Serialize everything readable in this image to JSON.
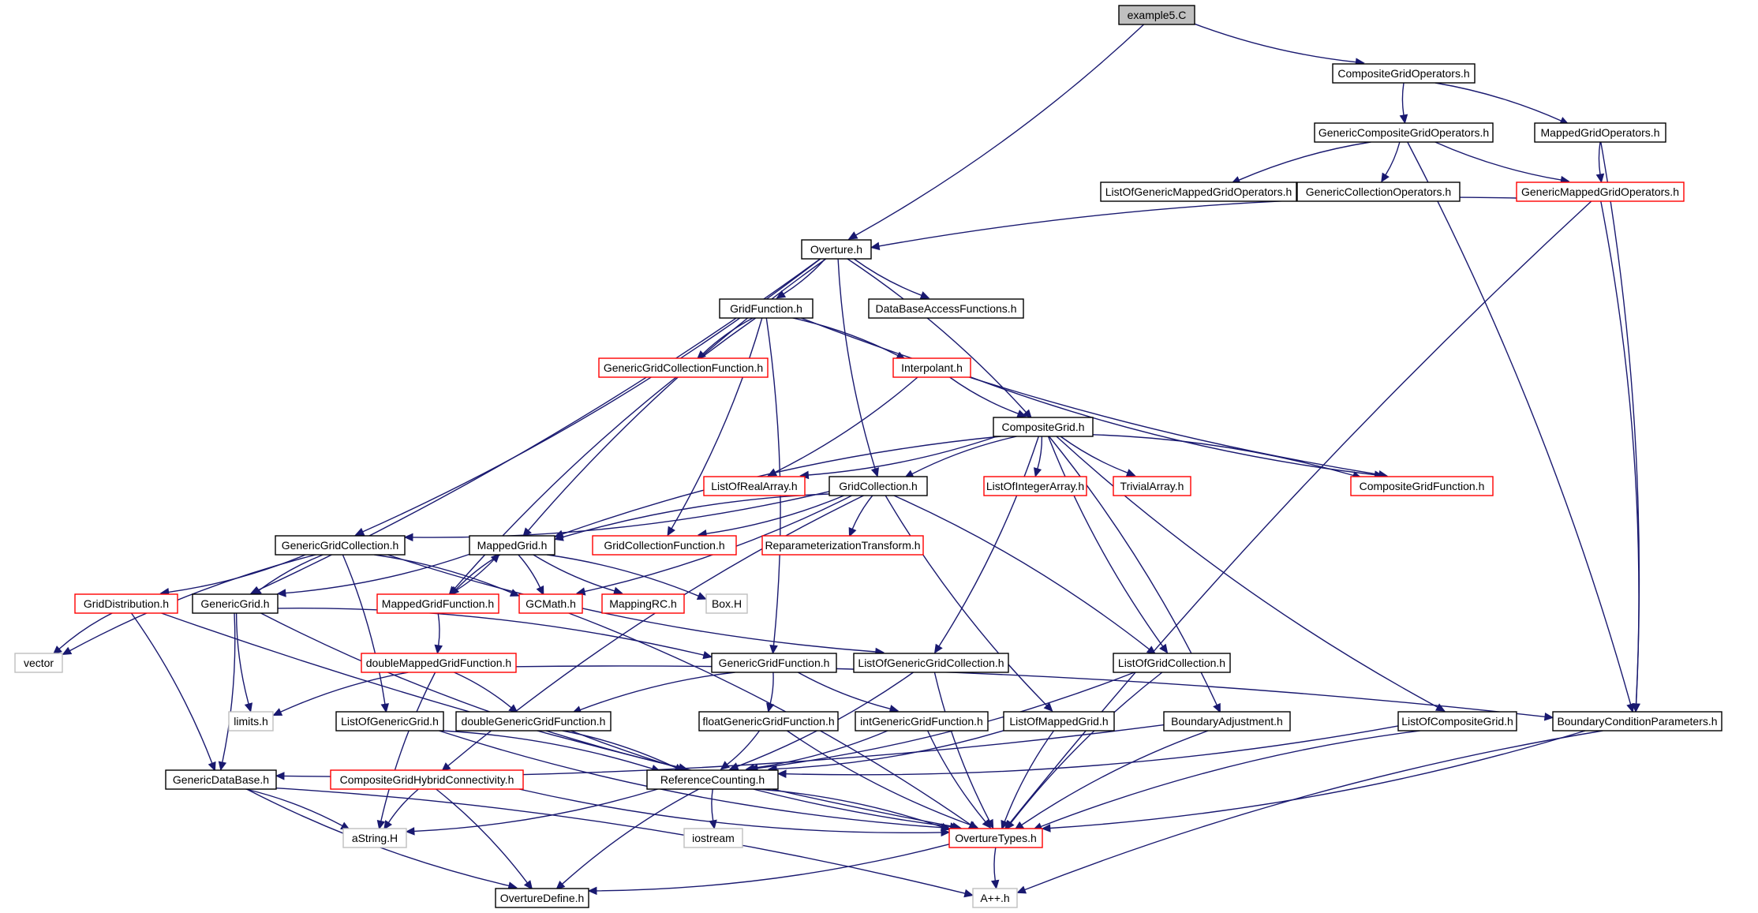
{
  "nodes": [
    {
      "id": "example5",
      "label": "example5.C",
      "style": "root"
    },
    {
      "id": "CGO",
      "label": "CompositeGridOperators.h",
      "style": "black"
    },
    {
      "id": "GCGO",
      "label": "GenericCompositeGridOperators.h",
      "style": "black"
    },
    {
      "id": "MGO",
      "label": "MappedGridOperators.h",
      "style": "black"
    },
    {
      "id": "LOGMGO",
      "label": "ListOfGenericMappedGridOperators.h",
      "style": "black"
    },
    {
      "id": "GCO",
      "label": "GenericCollectionOperators.h",
      "style": "black"
    },
    {
      "id": "GMGO",
      "label": "GenericMappedGridOperators.h",
      "style": "red"
    },
    {
      "id": "Overture",
      "label": "Overture.h",
      "style": "black"
    },
    {
      "id": "GridFunction",
      "label": "GridFunction.h",
      "style": "black"
    },
    {
      "id": "DBAF",
      "label": "DataBaseAccessFunctions.h",
      "style": "black"
    },
    {
      "id": "GGCF",
      "label": "GenericGridCollectionFunction.h",
      "style": "red"
    },
    {
      "id": "Interpolant",
      "label": "Interpolant.h",
      "style": "red"
    },
    {
      "id": "CompositeGrid",
      "label": "CompositeGrid.h",
      "style": "black"
    },
    {
      "id": "LORA",
      "label": "ListOfRealArray.h",
      "style": "red"
    },
    {
      "id": "GridCollection",
      "label": "GridCollection.h",
      "style": "black"
    },
    {
      "id": "LOIA",
      "label": "ListOfIntegerArray.h",
      "style": "red"
    },
    {
      "id": "TrivialArray",
      "label": "TrivialArray.h",
      "style": "red"
    },
    {
      "id": "CGF",
      "label": "CompositeGridFunction.h",
      "style": "red"
    },
    {
      "id": "GGC",
      "label": "GenericGridCollection.h",
      "style": "black"
    },
    {
      "id": "MappedGrid",
      "label": "MappedGrid.h",
      "style": "black"
    },
    {
      "id": "GCF",
      "label": "GridCollectionFunction.h",
      "style": "red"
    },
    {
      "id": "RT",
      "label": "ReparameterizationTransform.h",
      "style": "red"
    },
    {
      "id": "GridDistribution",
      "label": "GridDistribution.h",
      "style": "red"
    },
    {
      "id": "GenericGrid",
      "label": "GenericGrid.h",
      "style": "black"
    },
    {
      "id": "MGF",
      "label": "MappedGridFunction.h",
      "style": "red"
    },
    {
      "id": "GCMath",
      "label": "GCMath.h",
      "style": "red"
    },
    {
      "id": "MappingRC",
      "label": "MappingRC.h",
      "style": "red"
    },
    {
      "id": "BoxH",
      "label": "Box.H",
      "style": "gray"
    },
    {
      "id": "vector",
      "label": "vector",
      "style": "gray"
    },
    {
      "id": "GGF",
      "label": "GenericGridFunction.h",
      "style": "black"
    },
    {
      "id": "LOGGC",
      "label": "ListOfGenericGridCollection.h",
      "style": "black"
    },
    {
      "id": "LOGC",
      "label": "ListOfGridCollection.h",
      "style": "black"
    },
    {
      "id": "DMGF",
      "label": "doubleMappedGridFunction.h",
      "style": "red"
    },
    {
      "id": "limits",
      "label": "limits.h",
      "style": "gray"
    },
    {
      "id": "LOGG",
      "label": "ListOfGenericGrid.h",
      "style": "black"
    },
    {
      "id": "DGGF",
      "label": "doubleGenericGridFunction.h",
      "style": "black"
    },
    {
      "id": "FGGF",
      "label": "floatGenericGridFunction.h",
      "style": "black"
    },
    {
      "id": "IGGF",
      "label": "intGenericGridFunction.h",
      "style": "black"
    },
    {
      "id": "LOMG",
      "label": "ListOfMappedGrid.h",
      "style": "black"
    },
    {
      "id": "BA",
      "label": "BoundaryAdjustment.h",
      "style": "black"
    },
    {
      "id": "LOCG",
      "label": "ListOfCompositeGrid.h",
      "style": "black"
    },
    {
      "id": "BCP",
      "label": "BoundaryConditionParameters.h",
      "style": "black"
    },
    {
      "id": "GDB",
      "label": "GenericDataBase.h",
      "style": "black"
    },
    {
      "id": "CGHC",
      "label": "CompositeGridHybridConnectivity.h",
      "style": "red"
    },
    {
      "id": "RC",
      "label": "ReferenceCounting.h",
      "style": "black"
    },
    {
      "id": "aString",
      "label": "aString.H",
      "style": "gray"
    },
    {
      "id": "iostream",
      "label": "iostream",
      "style": "gray"
    },
    {
      "id": "OT",
      "label": "OvertureTypes.h",
      "style": "red"
    },
    {
      "id": "OD",
      "label": "OvertureDefine.h",
      "style": "black"
    },
    {
      "id": "App",
      "label": "A++.h",
      "style": "gray"
    }
  ],
  "edges": [
    [
      "example5",
      "CGO"
    ],
    [
      "example5",
      "Overture"
    ],
    [
      "CGO",
      "GCGO"
    ],
    [
      "CGO",
      "MGO"
    ],
    [
      "GCGO",
      "LOGMGO"
    ],
    [
      "GCGO",
      "GCO"
    ],
    [
      "GCGO",
      "GMGO"
    ],
    [
      "GCGO",
      "BCP"
    ],
    [
      "MGO",
      "GMGO"
    ],
    [
      "MGO",
      "BCP"
    ],
    [
      "GMGO",
      "Overture"
    ],
    [
      "GMGO",
      "BCP"
    ],
    [
      "GMGO",
      "OT"
    ],
    [
      "Overture",
      "GridFunction"
    ],
    [
      "Overture",
      "DBAF"
    ],
    [
      "Overture",
      "CompositeGrid"
    ],
    [
      "Overture",
      "GridCollection"
    ],
    [
      "Overture",
      "GGC"
    ],
    [
      "Overture",
      "MappedGrid"
    ],
    [
      "Overture",
      "GenericGrid"
    ],
    [
      "GridFunction",
      "GGCF"
    ],
    [
      "GridFunction",
      "Interpolant"
    ],
    [
      "GridFunction",
      "CGF"
    ],
    [
      "GridFunction",
      "GCF"
    ],
    [
      "GridFunction",
      "MGF"
    ],
    [
      "GridFunction",
      "GGF"
    ],
    [
      "Interpolant",
      "CompositeGrid"
    ],
    [
      "Interpolant",
      "LORA"
    ],
    [
      "Interpolant",
      "CGF"
    ],
    [
      "CompositeGrid",
      "LORA"
    ],
    [
      "CompositeGrid",
      "GridCollection"
    ],
    [
      "CompositeGrid",
      "LOIA"
    ],
    [
      "CompositeGrid",
      "TrivialArray"
    ],
    [
      "CompositeGrid",
      "CGF"
    ],
    [
      "CompositeGrid",
      "LOGC"
    ],
    [
      "CompositeGrid",
      "BA"
    ],
    [
      "CompositeGrid",
      "LOCG"
    ],
    [
      "CompositeGrid",
      "LOGGC"
    ],
    [
      "CompositeGrid",
      "MappedGrid"
    ],
    [
      "GridCollection",
      "GGC"
    ],
    [
      "GridCollection",
      "MappedGrid"
    ],
    [
      "GridCollection",
      "GCF"
    ],
    [
      "GridCollection",
      "RT"
    ],
    [
      "GridCollection",
      "GCMath"
    ],
    [
      "GridCollection",
      "LOMG"
    ],
    [
      "GridCollection",
      "LOGC"
    ],
    [
      "GridCollection",
      "CGHC"
    ],
    [
      "GGC",
      "GridDistribution"
    ],
    [
      "GGC",
      "GenericGrid"
    ],
    [
      "GGC",
      "GCMath"
    ],
    [
      "GGC",
      "vector"
    ],
    [
      "GGC",
      "LOGG"
    ],
    [
      "GGC",
      "LOGGC"
    ],
    [
      "MappedGrid",
      "GenericGrid"
    ],
    [
      "MappedGrid",
      "MGF"
    ],
    [
      "MappedGrid",
      "GCMath"
    ],
    [
      "MappedGrid",
      "MappingRC"
    ],
    [
      "MappedGrid",
      "BoxH"
    ],
    [
      "MGF",
      "MappedGrid"
    ],
    [
      "MGF",
      "DMGF"
    ],
    [
      "GridDistribution",
      "vector"
    ],
    [
      "GridDistribution",
      "GDB"
    ],
    [
      "GridDistribution",
      "OT"
    ],
    [
      "GenericGrid",
      "GGF"
    ],
    [
      "GenericGrid",
      "limits"
    ],
    [
      "GenericGrid",
      "GDB"
    ],
    [
      "GenericGrid",
      "RC"
    ],
    [
      "GCMath",
      "OT"
    ],
    [
      "DMGF",
      "limits"
    ],
    [
      "DMGF",
      "DGGF"
    ],
    [
      "DMGF",
      "aString"
    ],
    [
      "DMGF",
      "BCP"
    ],
    [
      "GGF",
      "DGGF"
    ],
    [
      "GGF",
      "FGGF"
    ],
    [
      "GGF",
      "IGGF"
    ],
    [
      "LOGGC",
      "RC"
    ],
    [
      "LOGGC",
      "OT"
    ],
    [
      "LOGC",
      "RC"
    ],
    [
      "LOGC",
      "OT"
    ],
    [
      "LOGG",
      "RC"
    ],
    [
      "LOGG",
      "OT"
    ],
    [
      "DGGF",
      "RC"
    ],
    [
      "DGGF",
      "OT"
    ],
    [
      "FGGF",
      "RC"
    ],
    [
      "FGGF",
      "OT"
    ],
    [
      "IGGF",
      "RC"
    ],
    [
      "IGGF",
      "OT"
    ],
    [
      "LOMG",
      "RC"
    ],
    [
      "LOMG",
      "OT"
    ],
    [
      "BA",
      "GDB"
    ],
    [
      "BA",
      "OT"
    ],
    [
      "LOCG",
      "RC"
    ],
    [
      "LOCG",
      "OT"
    ],
    [
      "BCP",
      "OT"
    ],
    [
      "BCP",
      "App"
    ],
    [
      "GDB",
      "aString"
    ],
    [
      "GDB",
      "OD"
    ],
    [
      "GDB",
      "App"
    ],
    [
      "CGHC",
      "aString"
    ],
    [
      "CGHC",
      "OD"
    ],
    [
      "CGHC",
      "OT"
    ],
    [
      "RC",
      "aString"
    ],
    [
      "RC",
      "iostream"
    ],
    [
      "RC",
      "OT"
    ],
    [
      "RC",
      "OD"
    ],
    [
      "OT",
      "OD"
    ],
    [
      "OT",
      "App"
    ]
  ]
}
